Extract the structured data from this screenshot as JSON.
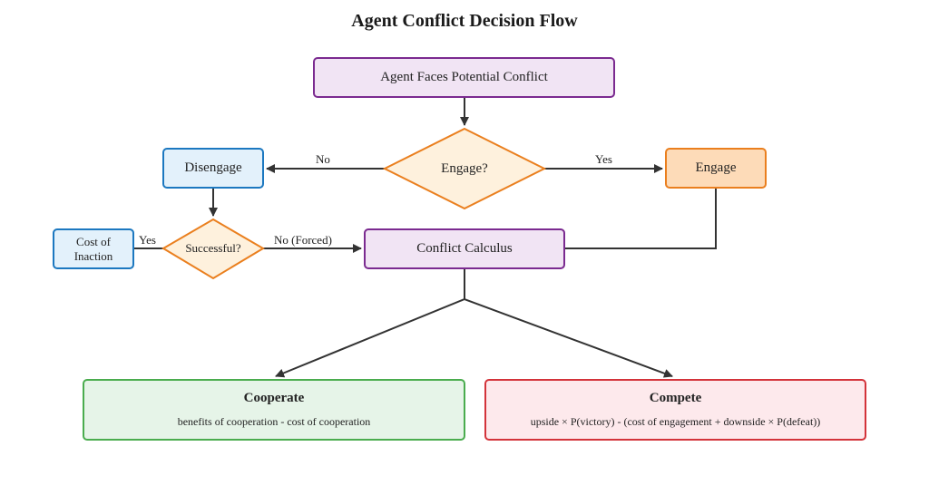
{
  "title": "Agent Conflict Decision Flow",
  "nodes": {
    "start": "Agent Faces Potential Conflict",
    "engage_decision": "Engage?",
    "disengage": "Disengage",
    "engage": "Engage",
    "successful_decision": "Successful?",
    "cost_of_inaction": "Cost of Inaction",
    "conflict_calculus": "Conflict Calculus",
    "cooperate": {
      "title": "Cooperate",
      "formula": "benefits of cooperation - cost of cooperation"
    },
    "compete": {
      "title": "Compete",
      "formula": "upside × P(victory) - (cost of engagement + downside × P(defeat))"
    }
  },
  "edges": {
    "no": "No",
    "yes_engage": "Yes",
    "yes_success": "Yes",
    "no_forced": "No (Forced)"
  },
  "colors": {
    "purple": "#7b2a90",
    "blue": "#1c78c0",
    "orange": "#ea7f1e",
    "green": "#4aac4e",
    "red": "#d3333a",
    "arrow": "#333333"
  }
}
